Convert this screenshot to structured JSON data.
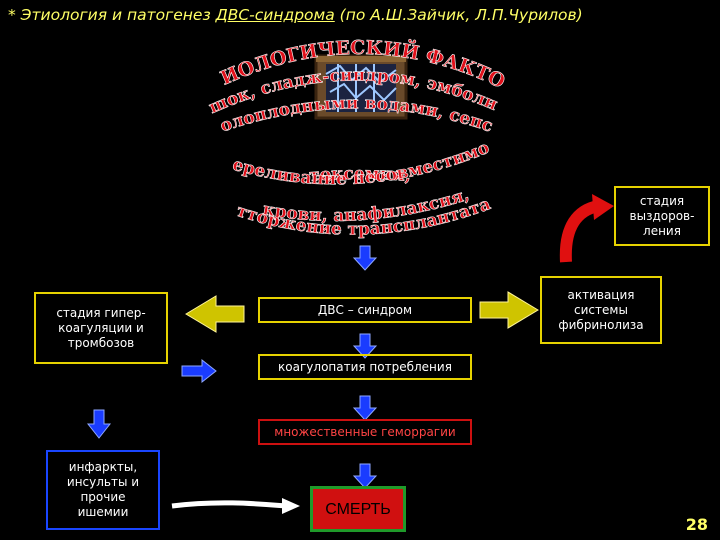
{
  "title": {
    "prefix": "* Этиология и патогенез ",
    "link": "ДВС-синдрома",
    "suffix": " (по А.Ш.Зайчик, Л.П.Чурилов)"
  },
  "factor_arc": {
    "lines": [
      "ЭТИОЛОГИЧЕСКИЙ ФАКТОР:",
      "шок, сладж-синдром, эмболия",
      "околоплодными водами, сепсис,",
      "токсемия,",
      "переливание несовместимой",
      "крови, анафилаксия,",
      "отторжение трансплантата)"
    ],
    "color": "#e0101a"
  },
  "boxes": {
    "dvs": "ДВС – синдром",
    "hyper": "стадия гипер-\nкоагуляции и\nтромбозов",
    "coag": "коагулопатия потребления",
    "hemo": "множественные геморрагии",
    "infarct": "инфаркты,\nинсульты и\nпрочие\nишемии",
    "death": "СМЕРТЬ",
    "fibrin": "активация\nсистемы\nфибринолиза",
    "recovery": "стадия\nвыздоров-\nления"
  },
  "page_number": "28",
  "colors": {
    "accent_yellow": "#ffff66",
    "box_blue": "#1a46ff",
    "arrow_blue": "#1a3cff",
    "arrow_red": "#e01010",
    "box_green": "#1f9a2a"
  }
}
